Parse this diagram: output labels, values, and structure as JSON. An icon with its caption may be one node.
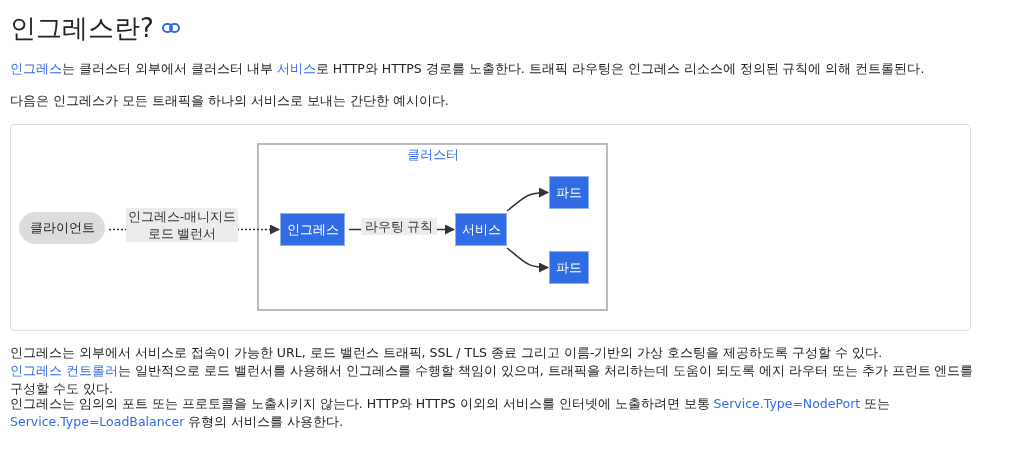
{
  "diagram": {
    "title": "인그레스란?",
    "nodes": [
      {
        "text": [
          "클라이언트"
        ]
      },
      {
        "text": [
          "클러스터"
        ]
      },
      {
        "text": [
          "인그레스"
        ],
        "in": 1
      },
      {
        "text": [
          "서비스"
        ],
        "in": 1
      },
      {
        "text": [
          "파드"
        ],
        "in": 1
      },
      {
        "text": [
          "파드"
        ],
        "in": 1
      }
    ],
    "edges": [
      {
        "from": 0,
        "to": 2,
        "arrow": "to",
        "label": "인그레스-매니지드 로드 밸런서",
        "style": "dashed"
      },
      {
        "from": 2,
        "to": 3,
        "arrow": "to",
        "label": "라우팅 규칙"
      },
      {
        "from": 3,
        "to": 4,
        "arrow": "to"
      },
      {
        "from": 3,
        "to": 5,
        "arrow": "to"
      }
    ],
    "labels": [
      "인그레스",
      "는 클러스터 외부에서 클러스터 내부 ",
      "서비스",
      "로 HTTP와 HTTPS 경로를 노출한다. 트래픽 라우팅은 인그레스 리소스에 정의된 규칙에 의해 컨트롤된다.",
      "다음은 인그레스가 모든 트래픽을 하나의 서비스로 보내는 간단한 예시이다.",
      "인그레스는 외부에서 서비스로 접속이 가능한 URL, 로드 밸런스 트래픽, SSL / TLS 종료 그리고 이름-기반의 가상 호스팅을 제공하도록 구성할 수 있다. ",
      "인그레스 컨트롤러",
      "는 일반적으로 로드 밸런서를 사용해서 인그레스를 수행할 책임이 있으며, 트래픽을 처리하는데 도움이 되도록 에지 라우터 또는 추가 프런트 엔드를 구성할 수도 있다.",
      "인그레스는 임의의 포트 또는 프로토콜을 노출시키지 않는다. HTTP와 HTTPS 이외의 서비스를 인터넷에 노출하려면 보통 ",
      "Service.Type=NodePort",
      "또는 ",
      "Service.Type=LoadBalancer",
      " 유형의 서비스를 사용한다."
    ]
  }
}
